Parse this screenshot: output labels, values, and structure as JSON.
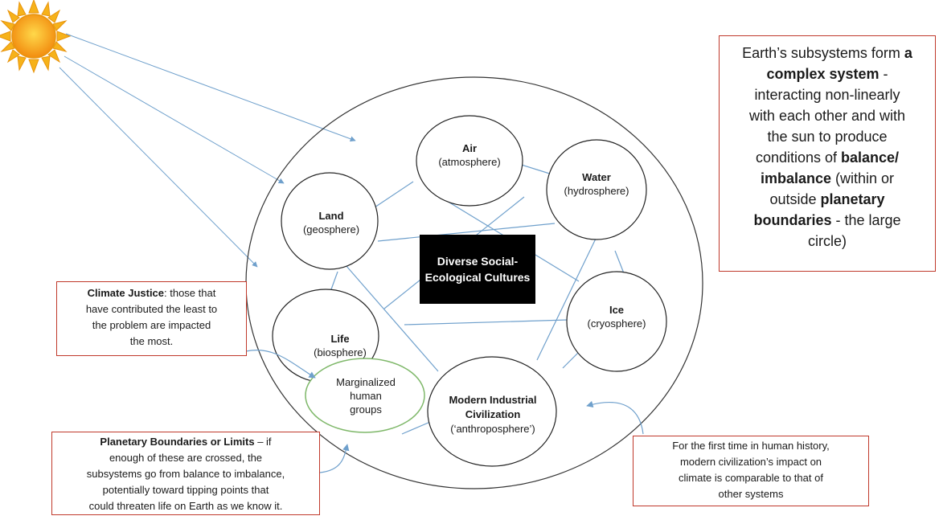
{
  "center_label": [
    "Diverse Social-",
    "Ecological Cultures"
  ],
  "subsystems": {
    "air": {
      "name": "Air",
      "sub": "(atmosphere)"
    },
    "water": {
      "name": "Water",
      "sub": "(hydrosphere)"
    },
    "land": {
      "name": "Land",
      "sub": "(geosphere)"
    },
    "ice": {
      "name": "Ice",
      "sub": "(cryosphere)"
    },
    "life": {
      "name": "Life",
      "sub": "(biosphere)"
    },
    "modern": {
      "name_line1": "Modern Industrial",
      "name_line2": "Civilization",
      "sub": "(‘anthroposphere’)"
    },
    "marginalized": {
      "line1": "Marginalized",
      "line2": "human",
      "line3": "groups"
    }
  },
  "callouts": {
    "complex": {
      "l1a": "Earth’s subsystems form ",
      "l1b": "a",
      "l2": "complex system",
      "l2b": " -",
      "l3": "interacting non-linearly",
      "l4": "with each other and with",
      "l5": "the sun to produce",
      "l6a": "conditions of ",
      "l6b": "balance/",
      "l7a": "imbalance",
      "l7b": " (within or",
      "l8a": "outside ",
      "l8b": "planetary",
      "l9a": "boundaries",
      "l9b": " -  the large",
      "l10": "circle)"
    },
    "justice": {
      "title": "Climate Justice",
      "l1": ": those that",
      "l2": "have contributed the least to",
      "l3": "the problem are impacted",
      "l4": "the most."
    },
    "boundaries": {
      "title": "Planetary Boundaries or Limits",
      "l1": " – if",
      "l2": "enough of these are crossed, the",
      "l3": "subsystems go from balance to imbalance,",
      "l4": "potentially toward tipping points that",
      "l5": "could threaten life on Earth as we know it."
    },
    "first_time": {
      "l1": "For the first time in human history,",
      "l2": "modern civilization’s impact on",
      "l3": "climate is comparable to that of",
      "l4": "other systems"
    }
  },
  "colors": {
    "connector": "#6fa0cc",
    "callout_border": "#c0392b",
    "marginalized_border": "#7fb86a",
    "sun_core": "#f7a21b",
    "sun_rays": "#f6b21a"
  }
}
